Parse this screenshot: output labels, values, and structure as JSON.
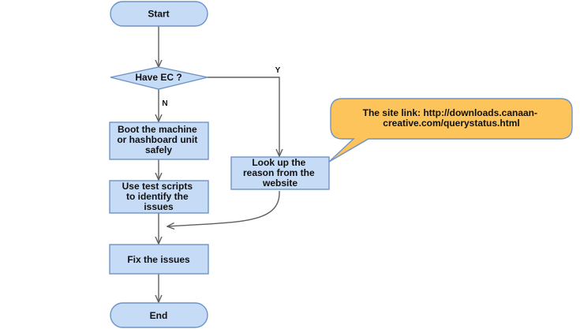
{
  "colors": {
    "node_fill": "#c6dbf6",
    "node_stroke": "#6f93c4",
    "edge": "#5f5f5f",
    "callout_fill": "#fcc45a",
    "callout_stroke": "#6f93c4"
  },
  "nodes": {
    "start": {
      "shape": "terminator",
      "text": "Start"
    },
    "have_ec": {
      "shape": "decision",
      "text": "Have EC ?"
    },
    "boot": {
      "shape": "process",
      "lines": [
        "Boot the machine",
        "or hashboard unit",
        "safely"
      ]
    },
    "test_scripts": {
      "shape": "process",
      "lines": [
        "Use test scripts",
        "to identify the",
        "issues"
      ]
    },
    "lookup": {
      "shape": "process",
      "lines": [
        "Look up the",
        "reason from the",
        "website"
      ]
    },
    "fix": {
      "shape": "process",
      "text": "Fix the issues"
    },
    "end": {
      "shape": "terminator",
      "text": "End"
    }
  },
  "edges": {
    "yes_label": "Y",
    "no_label": "N"
  },
  "callout": {
    "icon": "speech-bubble-icon",
    "lines": [
      "The site link: http://downloads.canaan-",
      "creative.com/querystatus.html"
    ]
  }
}
